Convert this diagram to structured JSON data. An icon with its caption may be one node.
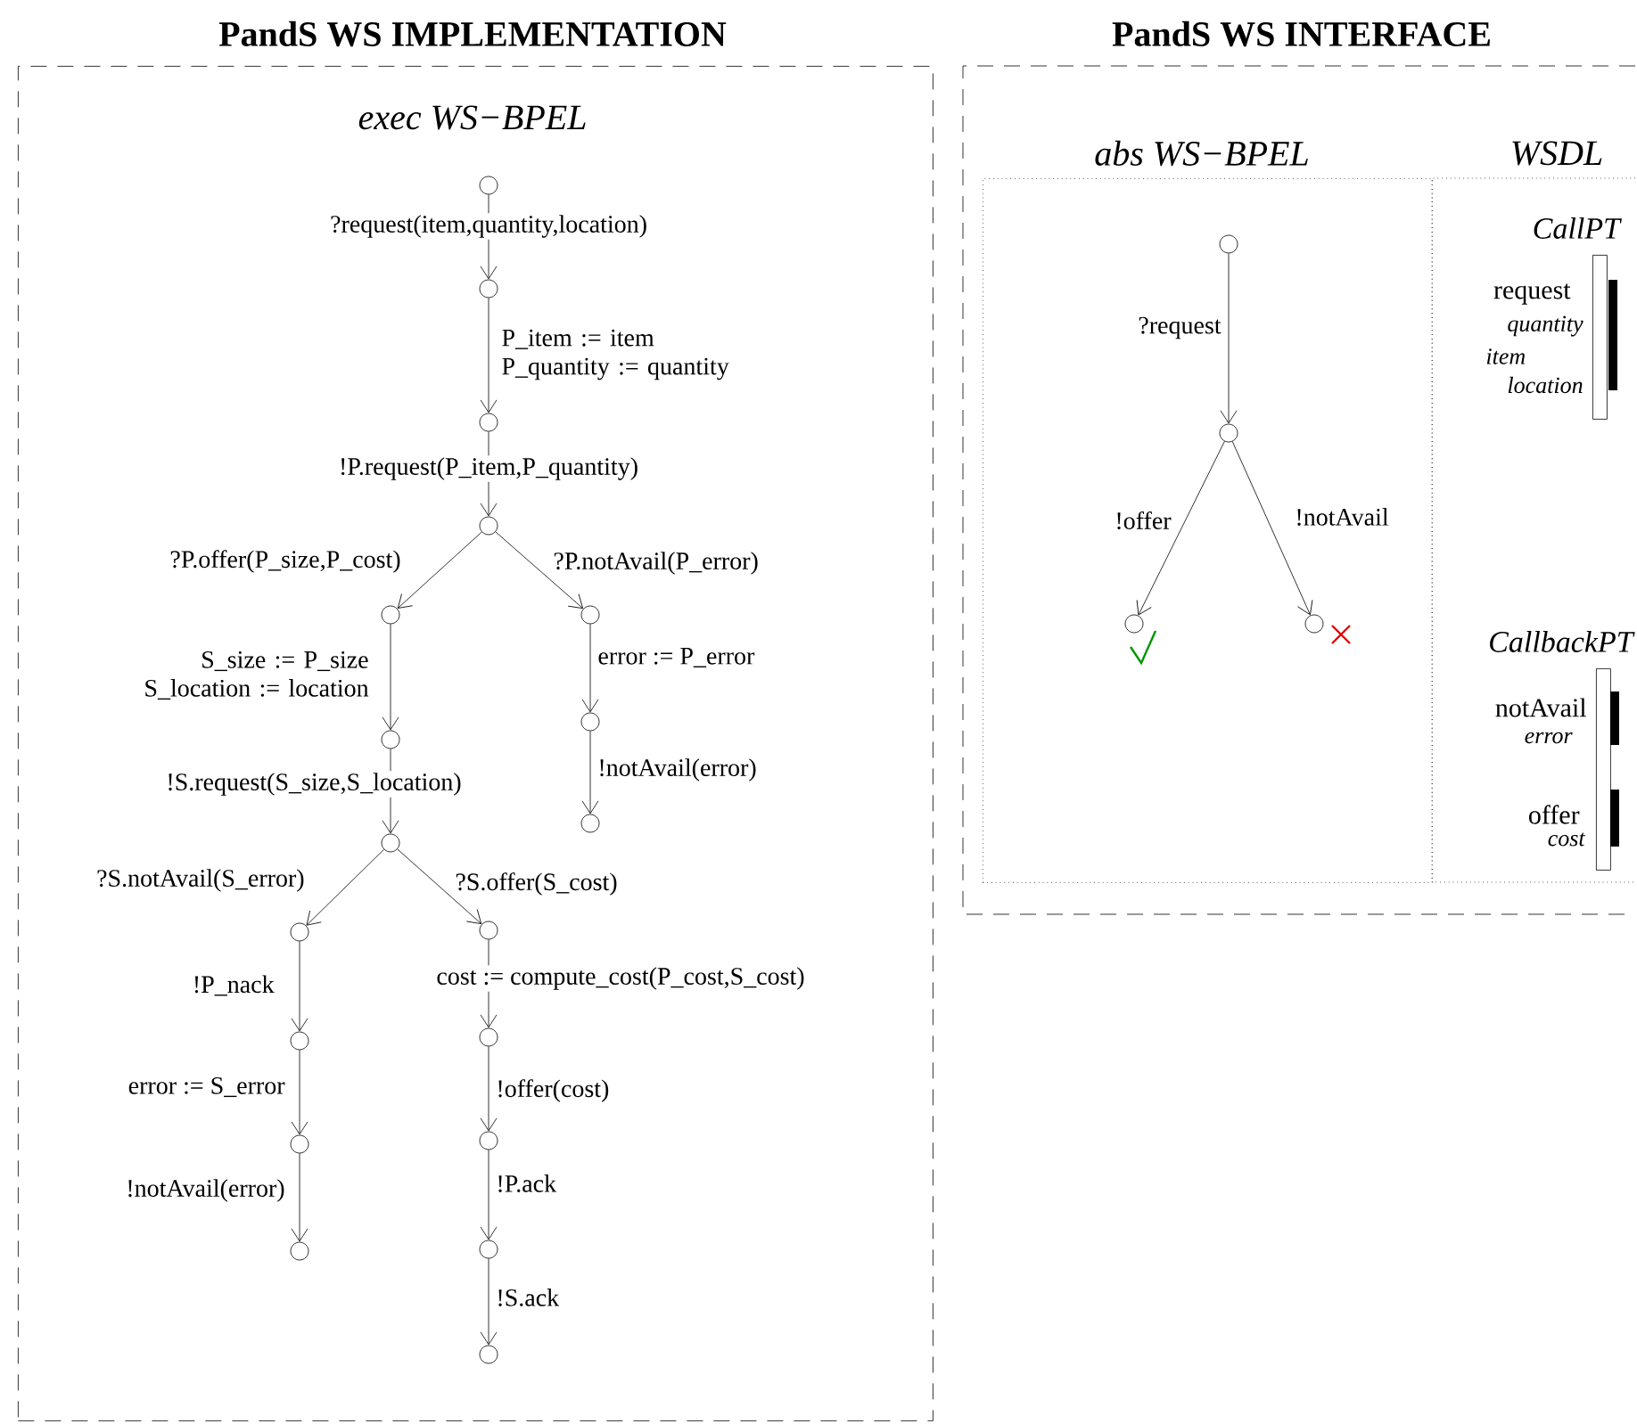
{
  "diagram": {
    "nodes": [
      {
        "text": [
          "PandS WS IMPLEMENTATION",
          "exec WS−BPEL"
        ]
      },
      {
        "text": [],
        "shape": "circle",
        "in": 0
      },
      {
        "text": [],
        "shape": "circle",
        "in": 0
      },
      {
        "text": [],
        "shape": "circle",
        "in": 0
      },
      {
        "text": [],
        "shape": "circle",
        "in": 0
      },
      {
        "text": [],
        "shape": "circle",
        "in": 0
      },
      {
        "text": [],
        "shape": "circle",
        "in": 0
      },
      {
        "text": [],
        "shape": "circle",
        "in": 0
      },
      {
        "text": [],
        "shape": "circle",
        "in": 0
      },
      {
        "text": [],
        "shape": "circle",
        "in": 0
      },
      {
        "text": [],
        "shape": "circle",
        "in": 0
      },
      {
        "text": [],
        "shape": "circle",
        "in": 0
      },
      {
        "text": [],
        "shape": "circle",
        "in": 0
      },
      {
        "text": [],
        "shape": "circle",
        "in": 0
      },
      {
        "text": [],
        "shape": "circle",
        "in": 0
      },
      {
        "text": [],
        "shape": "circle",
        "in": 0
      },
      {
        "text": [],
        "shape": "circle",
        "in": 0
      },
      {
        "text": [],
        "shape": "circle",
        "in": 0
      },
      {
        "text": [],
        "shape": "circle",
        "in": 0
      },
      {
        "text": [],
        "shape": "circle",
        "in": 0
      },
      {
        "text": [
          "PandS WS INTERFACE"
        ]
      },
      {
        "text": [
          "abs WS−BPEL"
        ],
        "in": 20
      },
      {
        "text": [
          "WSDL"
        ],
        "in": 20
      },
      {
        "text": [],
        "shape": "circle",
        "in": 21
      },
      {
        "text": [],
        "shape": "circle",
        "in": 21
      },
      {
        "text": [],
        "shape": "circle",
        "in": 21
      },
      {
        "text": [],
        "shape": "circle",
        "in": 21
      },
      {
        "text": [
          "CallPT",
          "request",
          "quantity",
          "item",
          "location"
        ],
        "in": 22
      },
      {
        "text": [
          "CallbackPT",
          "notAvail",
          "error",
          "offer",
          "cost"
        ],
        "in": 22
      }
    ],
    "edges": [
      {
        "from": 1,
        "to": 2,
        "arrow": "to",
        "label": "?request(item,quantity,location)"
      },
      {
        "from": 2,
        "to": 3,
        "arrow": "to",
        "label": "P_item := item P_quantity := quantity"
      },
      {
        "from": 3,
        "to": 4,
        "arrow": "to",
        "label": "!P.request(P_item,P_quantity)"
      },
      {
        "from": 4,
        "to": 5,
        "arrow": "to",
        "label": "?P.offer(P_size,P_cost)"
      },
      {
        "from": 4,
        "to": 6,
        "arrow": "to",
        "label": "?P.notAvail(P_error)"
      },
      {
        "from": 5,
        "to": 7,
        "arrow": "to",
        "label": "S_size := P_size S_location := location"
      },
      {
        "from": 6,
        "to": 8,
        "arrow": "to",
        "label": "error := P_error"
      },
      {
        "from": 7,
        "to": 9,
        "arrow": "to",
        "label": "!S.request(S_size,S_location)"
      },
      {
        "from": 8,
        "to": 10,
        "arrow": "to",
        "label": "!notAvail(error)"
      },
      {
        "from": 9,
        "to": 11,
        "arrow": "to",
        "label": "?S.notAvail(S_error)"
      },
      {
        "from": 9,
        "to": 12,
        "arrow": "to",
        "label": "?S.offer(S_cost)"
      },
      {
        "from": 11,
        "to": 13,
        "arrow": "to",
        "label": "!P_nack"
      },
      {
        "from": 12,
        "to": 14,
        "arrow": "to",
        "label": "cost := compute_cost(P_cost,S_cost)"
      },
      {
        "from": 13,
        "to": 15,
        "arrow": "to",
        "label": "error := S_error"
      },
      {
        "from": 14,
        "to": 16,
        "arrow": "to",
        "label": "!offer(cost)"
      },
      {
        "from": 15,
        "to": 17,
        "arrow": "to",
        "label": "!notAvail(error)"
      },
      {
        "from": 16,
        "to": 18,
        "arrow": "to",
        "label": "!P.ack"
      },
      {
        "from": 18,
        "to": 19,
        "arrow": "to",
        "label": "!S.ack"
      },
      {
        "from": 23,
        "to": 24,
        "arrow": "to",
        "label": "?request"
      },
      {
        "from": 24,
        "to": 25,
        "arrow": "to",
        "label": "!offer"
      },
      {
        "from": 24,
        "to": 26,
        "arrow": "to",
        "label": "!notAvail"
      }
    ]
  }
}
